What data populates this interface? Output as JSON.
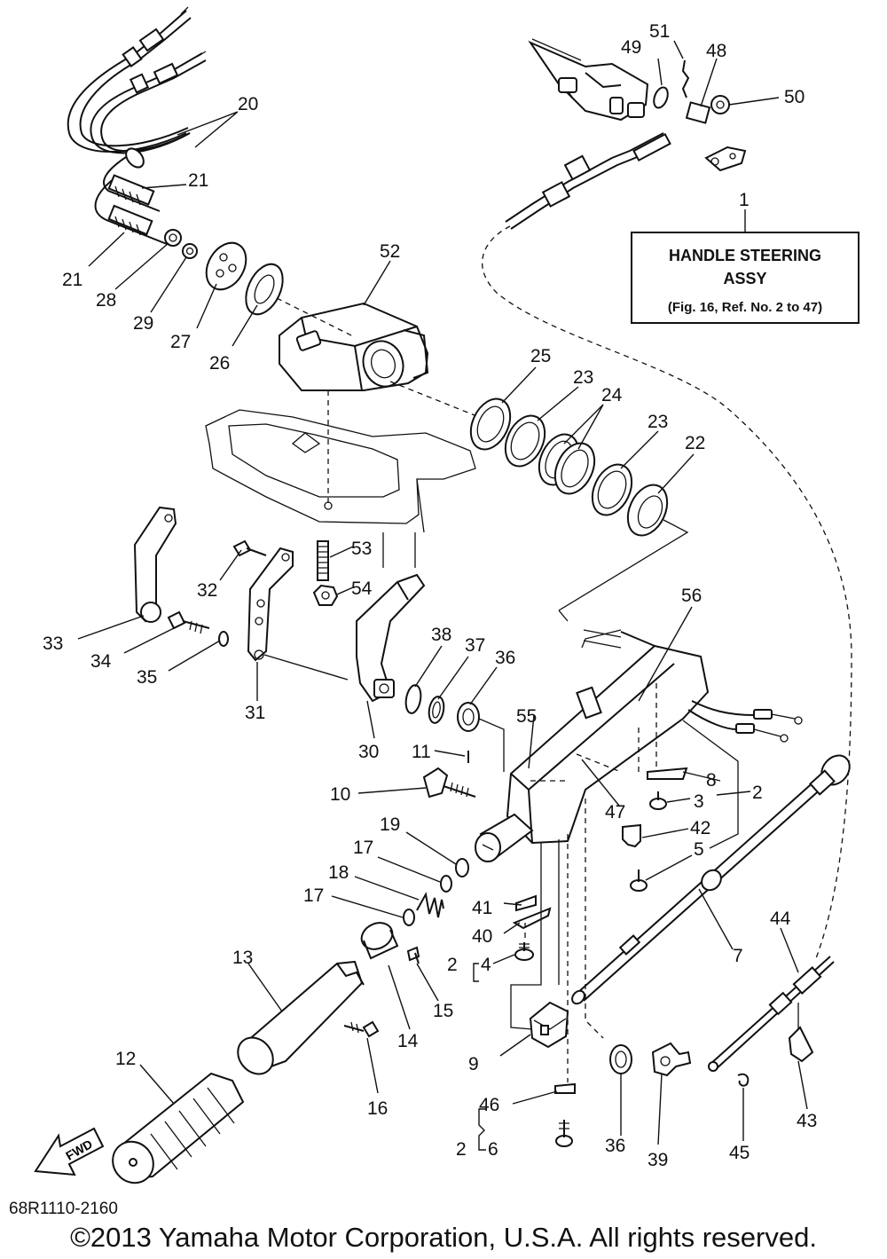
{
  "diagram": {
    "figure_code": "68R1110-2160",
    "copyright": "©2013 Yamaha Motor Corporation, U.S.A. All rights reserved.",
    "direction_label": "FWD",
    "assy_box": {
      "line1": "HANDLE STEERING",
      "line2": "ASSY",
      "line3": "(Fig. 16, Ref. No. 2 to 47)",
      "ref": "1"
    },
    "callouts": {
      "c1": "1",
      "c2a": "2",
      "c2b": "2",
      "c2c": "2",
      "c3": "3",
      "c4": "4",
      "c5": "5",
      "c6": "6",
      "c7": "7",
      "c8": "8",
      "c9": "9",
      "c10": "10",
      "c11": "11",
      "c12": "12",
      "c13": "13",
      "c14": "14",
      "c15": "15",
      "c16": "16",
      "c17a": "17",
      "c17b": "17",
      "c18": "18",
      "c19": "19",
      "c20": "20",
      "c21a": "21",
      "c21b": "21",
      "c22": "22",
      "c23a": "23",
      "c23b": "23",
      "c24": "24",
      "c25": "25",
      "c26": "26",
      "c27": "27",
      "c28": "28",
      "c29": "29",
      "c30": "30",
      "c31": "31",
      "c32": "32",
      "c33": "33",
      "c34": "34",
      "c35": "35",
      "c36a": "36",
      "c36b": "36",
      "c37": "37",
      "c38": "38",
      "c39": "39",
      "c40": "40",
      "c41": "41",
      "c42": "42",
      "c43": "43",
      "c44": "44",
      "c45": "45",
      "c46": "46",
      "c47": "47",
      "c48": "48",
      "c49": "49",
      "c50": "50",
      "c51": "51",
      "c52": "52",
      "c53": "53",
      "c54": "54",
      "c55": "55",
      "c56": "56"
    }
  }
}
